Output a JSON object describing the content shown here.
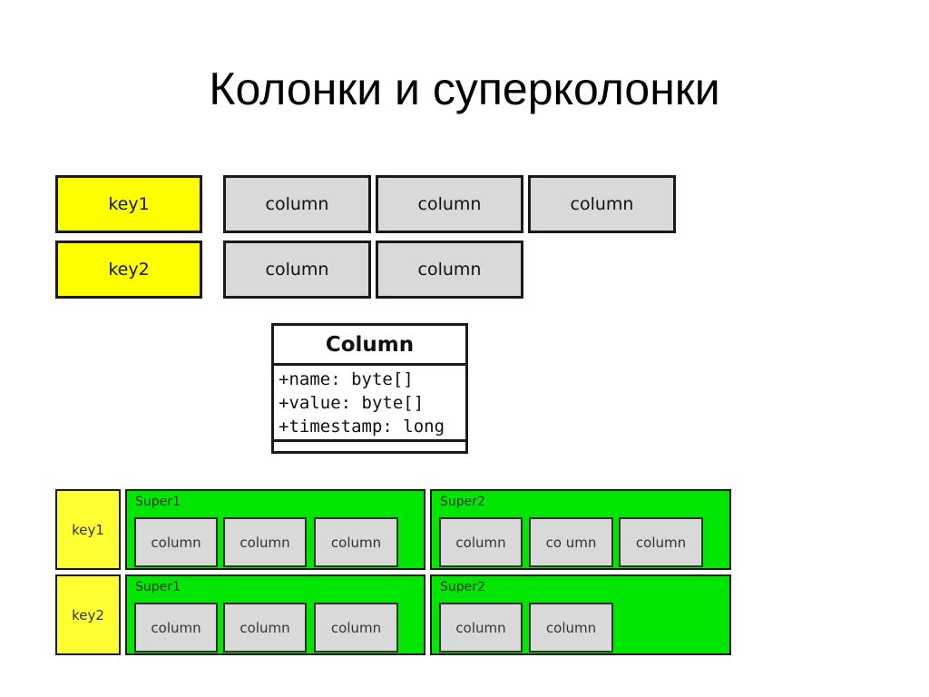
{
  "title": "Колонки и суперколонки",
  "top_diagram": {
    "rows": [
      {
        "key": "key1",
        "columns": [
          "column",
          "column",
          "column"
        ]
      },
      {
        "key": "key2",
        "columns": [
          "column",
          "column"
        ]
      }
    ]
  },
  "uml": {
    "class_name": "Column",
    "attributes": [
      "+name: byte[]",
      "+value: byte[]",
      "+timestamp: long"
    ]
  },
  "super_diagram": {
    "rows": [
      {
        "key": "key1",
        "supers": [
          {
            "name": "Super1",
            "columns": [
              "column",
              "column",
              "column"
            ]
          },
          {
            "name": "Super2",
            "columns": [
              "column",
              "co umn",
              "column"
            ]
          }
        ]
      },
      {
        "key": "key2",
        "supers": [
          {
            "name": "Super1",
            "columns": [
              "column",
              "column",
              "column"
            ]
          },
          {
            "name": "Super2",
            "columns": [
              "column",
              "column"
            ]
          }
        ]
      }
    ]
  },
  "colors": {
    "key": "#ffff00",
    "column": "#d9d9d9",
    "super": "#00e600",
    "border": "#1a1a1a"
  }
}
